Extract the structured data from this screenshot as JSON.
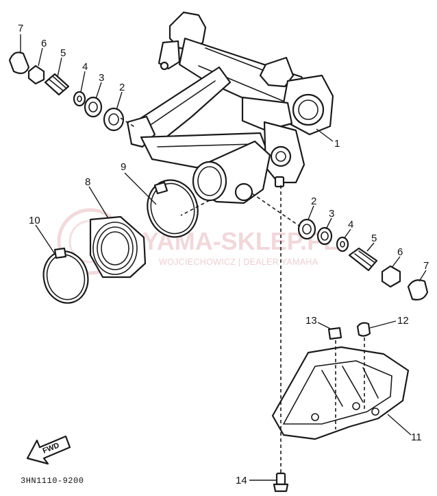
{
  "diagram": {
    "catalog_code": "3HN1110-9200",
    "direction_label": "FWD",
    "watermark": {
      "brand": "YAMA-SKLEP.PL",
      "subtitle": "WOJCIECHOWICZ | DEALER YAMAHA"
    },
    "callouts": [
      {
        "id": "c7-left",
        "label": "7"
      },
      {
        "id": "c6-left",
        "label": "6"
      },
      {
        "id": "c5-left",
        "label": "5"
      },
      {
        "id": "c4-left",
        "label": "4"
      },
      {
        "id": "c3-left",
        "label": "3"
      },
      {
        "id": "c2-left",
        "label": "2"
      },
      {
        "id": "c1",
        "label": "1"
      },
      {
        "id": "c9",
        "label": "9"
      },
      {
        "id": "c8",
        "label": "8"
      },
      {
        "id": "c10",
        "label": "10"
      },
      {
        "id": "c2-right",
        "label": "2"
      },
      {
        "id": "c3-right",
        "label": "3"
      },
      {
        "id": "c4-right",
        "label": "4"
      },
      {
        "id": "c5-right",
        "label": "5"
      },
      {
        "id": "c6-right",
        "label": "6"
      },
      {
        "id": "c7-right",
        "label": "7"
      },
      {
        "id": "c13",
        "label": "13"
      },
      {
        "id": "c12",
        "label": "12"
      },
      {
        "id": "c11",
        "label": "11"
      },
      {
        "id": "c14",
        "label": "14"
      }
    ]
  }
}
